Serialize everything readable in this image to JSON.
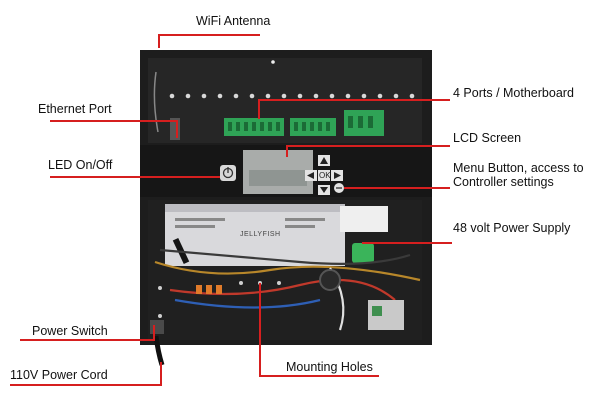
{
  "labels": {
    "wifi_antenna": "WiFi Antenna",
    "ethernet_port": "Ethernet Port",
    "led_on_off": "LED On/Off",
    "power_switch": "Power Switch",
    "power_cord": "110V Power Cord",
    "ports_motherboard": "4 Ports / Motherboard",
    "lcd_screen": "LCD Screen",
    "menu_button": "Menu Button, access to Controller settings",
    "power_supply": "48 volt Power Supply",
    "mounting_holes": "Mounting Holes"
  },
  "device": {
    "brand": "JELLYFISH",
    "ok_key": "OK"
  },
  "colors": {
    "leader": "#d61f1f",
    "enclosure": "#1c1c1c",
    "terminal_block": "#2fa356",
    "power_supply_body": "#d9d9dc"
  }
}
